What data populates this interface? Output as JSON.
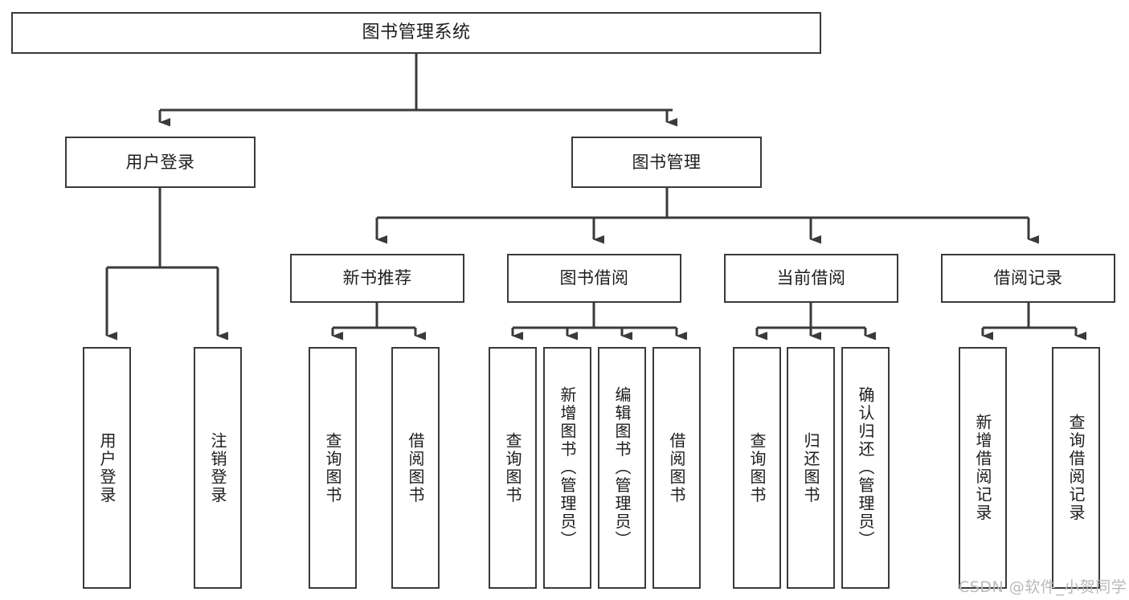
{
  "diagram": {
    "title": "图书管理系统",
    "type": "tree-hierarchy",
    "watermark": "CSDN @软件_小贺同学",
    "colors": {
      "box_border": "#3a3a3a",
      "box_fill": "#ffffff",
      "connector": "#3a3a3a",
      "text": "#1d1d1d",
      "watermark": "#b9b9b9",
      "background": "#ffffff"
    },
    "nodes": {
      "root": {
        "label": "图书管理系统"
      },
      "level2": [
        {
          "id": "user-login",
          "label": "用户登录"
        },
        {
          "id": "book-manage",
          "label": "图书管理"
        }
      ],
      "level3": [
        {
          "id": "new-book-recommend",
          "label": "新书推荐"
        },
        {
          "id": "book-borrow",
          "label": "图书借阅"
        },
        {
          "id": "current-borrow",
          "label": "当前借阅"
        },
        {
          "id": "borrow-record",
          "label": "借阅记录"
        }
      ],
      "leaves": {
        "user_login": [
          {
            "id": "leaf-user-login",
            "label": "用户登录"
          },
          {
            "id": "leaf-logout-login",
            "label": "注销登录"
          }
        ],
        "new_book_recommend": [
          {
            "id": "leaf-query-book-1",
            "label": "查询图书"
          },
          {
            "id": "leaf-borrow-book-1",
            "label": "借阅图书"
          }
        ],
        "book_borrow": [
          {
            "id": "leaf-query-book-2",
            "label": "查询图书"
          },
          {
            "id": "leaf-add-book",
            "label": "新增图书（管理员）"
          },
          {
            "id": "leaf-edit-book",
            "label": "编辑图书（管理员）"
          },
          {
            "id": "leaf-borrow-book-2",
            "label": "借阅图书"
          }
        ],
        "current_borrow": [
          {
            "id": "leaf-query-book-3",
            "label": "查询图书"
          },
          {
            "id": "leaf-return-book",
            "label": "归还图书"
          },
          {
            "id": "leaf-confirm-return",
            "label": "确认归还（管理员）"
          }
        ],
        "borrow_record": [
          {
            "id": "leaf-add-record",
            "label": "新增借阅记录"
          },
          {
            "id": "leaf-query-record",
            "label": "查询借阅记录"
          }
        ]
      }
    }
  }
}
